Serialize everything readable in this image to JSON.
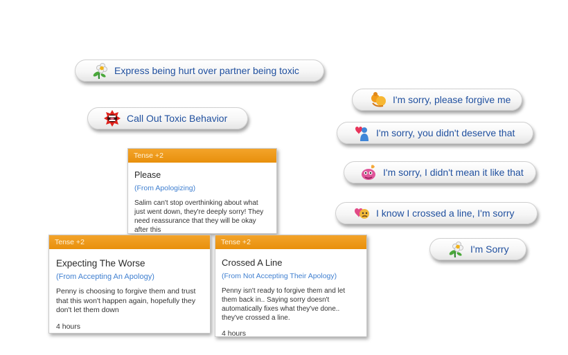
{
  "interactions": {
    "express_hurt": "Express being hurt over partner being toxic",
    "call_out": "Call Out Toxic Behavior",
    "sorry_forgive": "I'm sorry, please forgive me",
    "sorry_deserve": "I'm sorry, you didn't deserve that",
    "sorry_mean": "I'm sorry, I didn't mean it like that",
    "crossed_line": "I know I crossed a line, I'm sorry",
    "im_sorry": "I'm Sorry"
  },
  "moodlets": [
    {
      "header": "Tense +2",
      "title": "Please",
      "source": "(From Apologizing)",
      "description": "Salim can't stop overthinking about what just went down, they're deeply sorry! They need reassurance that they will be okay after this",
      "duration": ""
    },
    {
      "header": "Tense +2",
      "title": "Expecting The Worse",
      "source": "(From Accepting An Apology)",
      "description": "Penny is choosing to forgive them and trust that this won't happen again, hopefully they don't let them down",
      "duration": "4 hours"
    },
    {
      "header": "Tense +2",
      "title": "Crossed A Line",
      "source": "(From Not Accepting Their Apology)",
      "description": "Penny isn't ready to forgive them and let them back in.. Saying sorry doesn't automatically fixes what they've done.. they've crossed a line.",
      "duration": "4 hours"
    }
  ],
  "colors": {
    "pill_text": "#1f4f9e",
    "header_orange": "#e8900c",
    "source_blue": "#3f7fd0"
  }
}
